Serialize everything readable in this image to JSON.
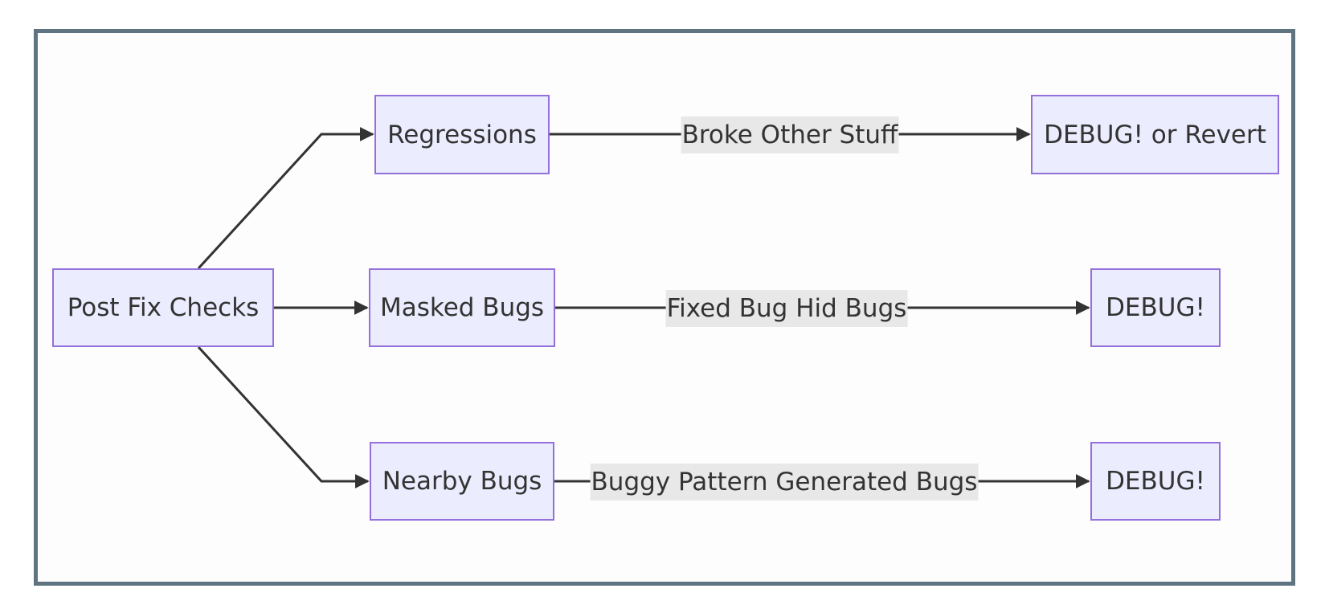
{
  "nodes": {
    "post_fix_checks": "Post Fix Checks",
    "regressions": "Regressions",
    "masked_bugs": "Masked Bugs",
    "nearby_bugs": "Nearby Bugs",
    "debug_or_revert": "DEBUG! or Revert",
    "debug_masked": "DEBUG!",
    "debug_nearby": "DEBUG!"
  },
  "edge_labels": {
    "regressions_to_debug": "Broke Other Stuff",
    "masked_to_debug": "Fixed Bug Hid Bugs",
    "nearby_to_debug": "Buggy Pattern Generated Bugs"
  },
  "colors": {
    "node_fill": "#ececff",
    "node_border": "#9370db",
    "edge": "#333333",
    "edge_label_bg": "#e8e8e8",
    "frame_border": "#5f7480"
  }
}
